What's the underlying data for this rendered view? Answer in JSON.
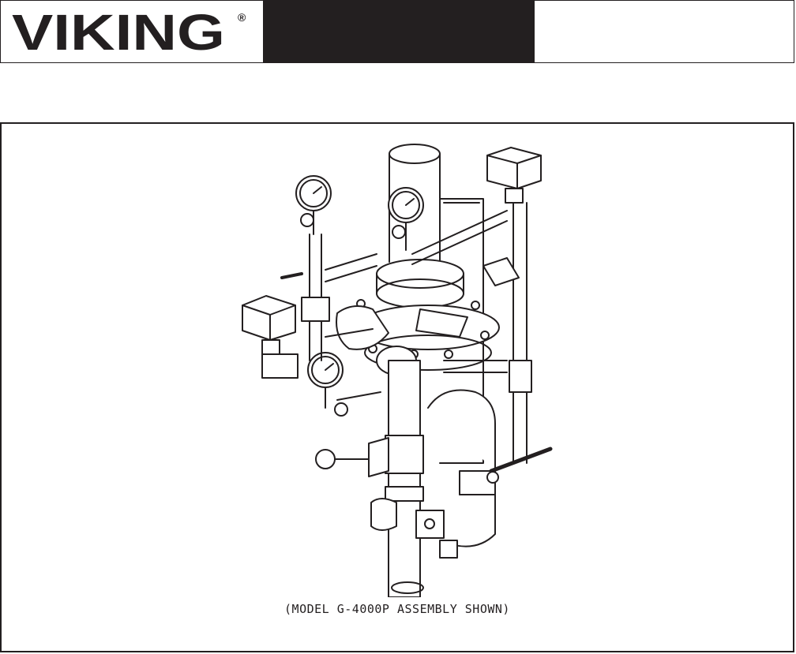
{
  "brand": {
    "logo_text": "VIKING",
    "registered_mark": "®",
    "color": "#231f20"
  },
  "figure": {
    "caption": "(MODEL G-4000P ASSEMBLY SHOWN)",
    "illustration": "valve-assembly-line-drawing"
  }
}
